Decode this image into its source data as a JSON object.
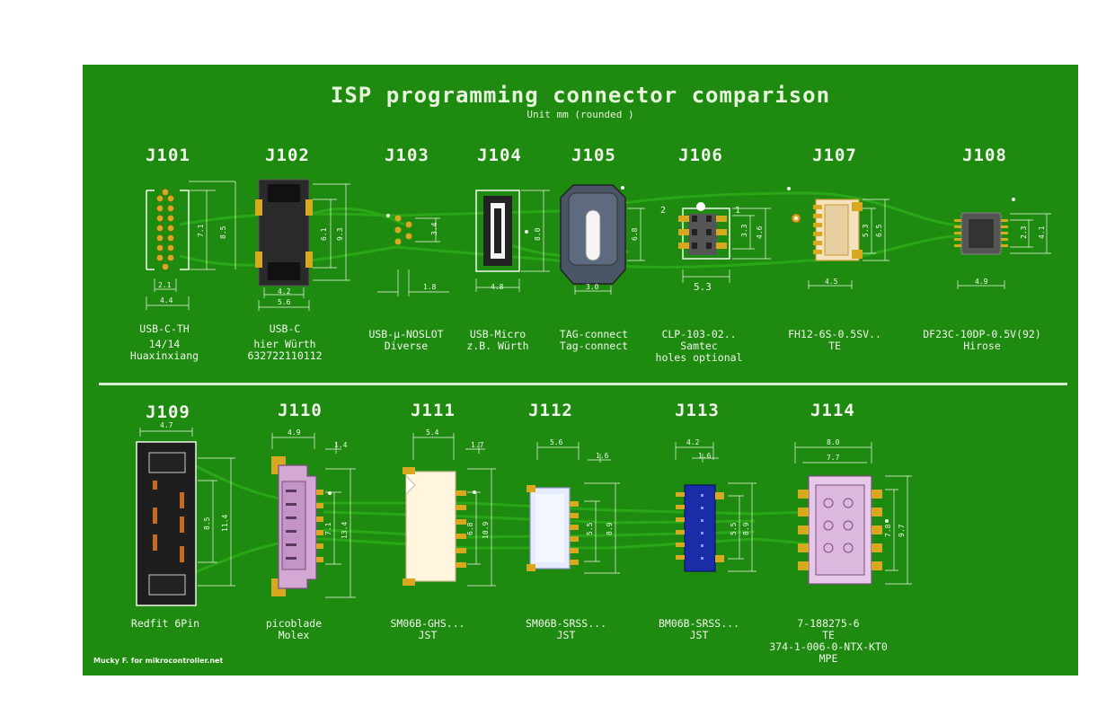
{
  "title": "ISP programming connector comparison",
  "subtitle": "Unit mm (rounded )",
  "credit": "Mucky F. for mikrocontroller.net",
  "colors": {
    "board": "#1f8a10",
    "trace": "#2bab18",
    "silk": "#f1f8ec",
    "pad": "#d8a820"
  },
  "row1": [
    {
      "ref": "J101",
      "lines": [
        "USB-C-TH",
        "14/14",
        "Huaxinxiang"
      ],
      "dims": [
        "7.1",
        "8.5",
        "2.1",
        "4.4"
      ]
    },
    {
      "ref": "J102",
      "lines": [
        "USB-C",
        "hier Würth",
        "632722110112"
      ],
      "dims": [
        "6.1",
        "9.3",
        "4.2",
        "5.6"
      ]
    },
    {
      "ref": "J103",
      "lines": [
        "USB-µ-NOSLOT",
        "Diverse"
      ],
      "dims": [
        "3.4",
        "1.8"
      ]
    },
    {
      "ref": "J104",
      "lines": [
        "USB-Micro",
        "z.B. Würth"
      ],
      "dims": [
        "8.0",
        "4.8"
      ]
    },
    {
      "ref": "J105",
      "lines": [
        "TAG-connect",
        "Tag-connect"
      ],
      "dims": [
        "6.8",
        "3.0"
      ]
    },
    {
      "ref": "J106",
      "lines": [
        "CLP-103-02..",
        "Samtec",
        "holes optional"
      ],
      "dims": [
        "2",
        "1",
        "3.3",
        "4.6",
        "5.3"
      ]
    },
    {
      "ref": "J107",
      "lines": [
        "FH12-6S-0.5SV..",
        "TE"
      ],
      "dims": [
        "5.3",
        "6.5",
        "4.5"
      ]
    },
    {
      "ref": "J108",
      "lines": [
        "DF23C-10DP-0.5V(92)",
        "Hirose"
      ],
      "dims": [
        "2.3",
        "4.1",
        "4.9"
      ]
    }
  ],
  "row2": [
    {
      "ref": "J109",
      "lines": [
        "Redfit 6Pin"
      ],
      "dims": [
        "4.7",
        "8.5",
        "11.4"
      ]
    },
    {
      "ref": "J110",
      "lines": [
        "picoblade",
        "Molex"
      ],
      "dims": [
        "4.9",
        "1.4",
        "7.1",
        "13.4"
      ]
    },
    {
      "ref": "J111",
      "lines": [
        "SM06B-GHS...",
        "JST"
      ],
      "dims": [
        "5.4",
        "1.7",
        "6.8",
        "10.9"
      ]
    },
    {
      "ref": "J112",
      "lines": [
        "SM06B-SRSS...",
        "JST"
      ],
      "dims": [
        "5.6",
        "1.6",
        "5.5",
        "8.9"
      ]
    },
    {
      "ref": "J113",
      "lines": [
        "BM06B-SRSS...",
        "JST"
      ],
      "dims": [
        "4.2",
        "1.6",
        "5.5",
        "8.9"
      ]
    },
    {
      "ref": "J114",
      "lines": [
        "7-188275-6",
        "TE",
        "374-1-006-0-NTX-KT0",
        "MPE"
      ],
      "dims": [
        "8.0",
        "7.7",
        "7.8",
        "9.7"
      ]
    }
  ]
}
